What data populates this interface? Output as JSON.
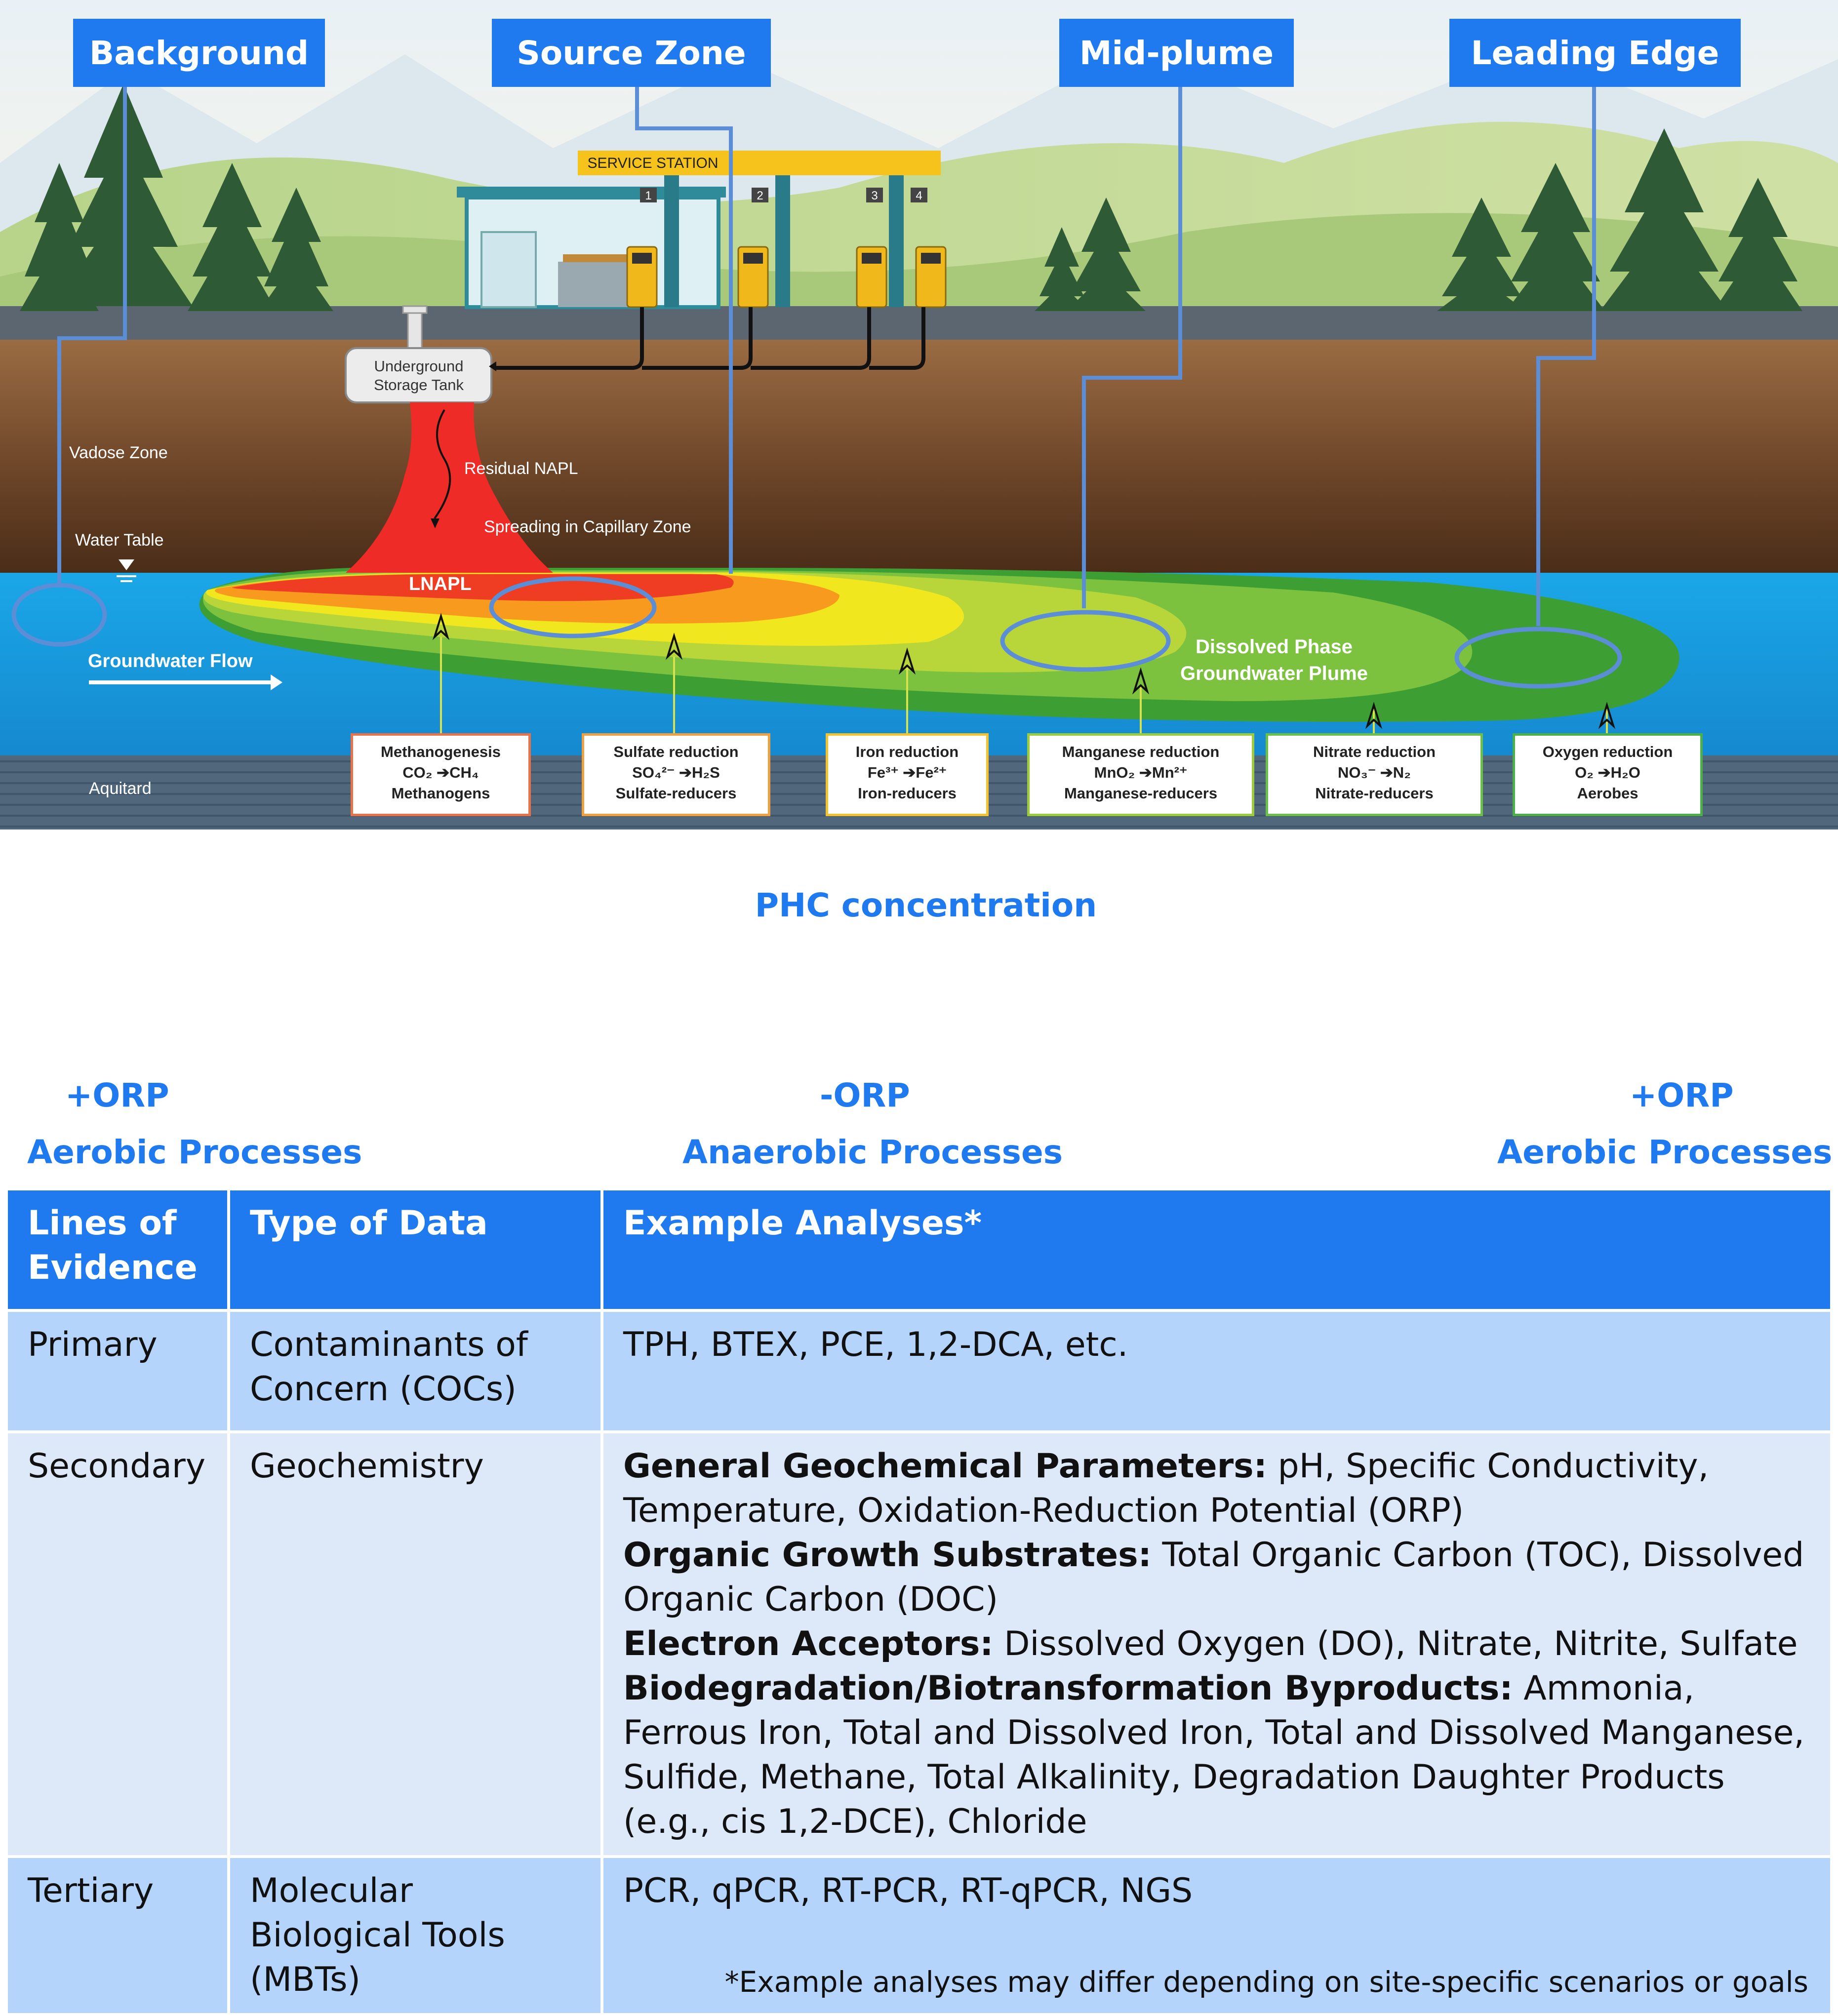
{
  "zones": {
    "background": "Background",
    "source_zone": "Source Zone",
    "mid_plume": "Mid-plume",
    "leading_edge": "Leading Edge"
  },
  "scene": {
    "service_station": "SERVICE STATION",
    "pump_numbers": [
      "1",
      "2",
      "3",
      "4"
    ],
    "ust_line1": "Underground",
    "ust_line2": "Storage Tank",
    "vadose_zone": "Vadose Zone",
    "water_table": "Water Table",
    "residual_napl": "Residual NAPL",
    "spreading": "Spreading in Capillary Zone",
    "lnapl": "LNAPL",
    "groundwater_flow": "Groundwater Flow",
    "dissolved_line1": "Dissolved Phase",
    "dissolved_line2": "Groundwater Plume",
    "aquitard": "Aquitard"
  },
  "processes": [
    {
      "name": "Methanogenesis",
      "reaction": "CO₂ ➔CH₄",
      "organisms": "Methanogens",
      "border": "#e8734a"
    },
    {
      "name": "Sulfate reduction",
      "reaction": "SO₄²⁻ ➔H₂S",
      "organisms": "Sulfate-reducers",
      "border": "#f0a040"
    },
    {
      "name": "Iron reduction",
      "reaction": "Fe³⁺ ➔Fe²⁺",
      "organisms": "Iron-reducers",
      "border": "#f2c230"
    },
    {
      "name": "Manganese reduction",
      "reaction": "MnO₂ ➔Mn²⁺",
      "organisms": "Manganese-reducers",
      "border": "#9ccc3c"
    },
    {
      "name": "Nitrate reduction",
      "reaction": "NO₃⁻ ➔N₂",
      "organisms": "Nitrate-reducers",
      "border": "#6cc04a"
    },
    {
      "name": "Oxygen reduction",
      "reaction": "O₂ ➔H₂O",
      "organisms": "Aerobes",
      "border": "#4cb04a"
    }
  ],
  "phc_label": "PHC concentration",
  "orp": {
    "left_sign": "+ORP",
    "left_process": "Aerobic Processes",
    "center_sign": "-ORP",
    "center_process": "Anaerobic Processes",
    "right_sign": "+ORP",
    "right_process": "Aerobic Processes"
  },
  "table": {
    "headers": [
      "Lines of Evidence",
      "Type of Data",
      "Example Analyses*"
    ],
    "rows": [
      {
        "evidence": "Primary",
        "type": "Contaminants of Concern (COCs)",
        "analyses": "TPH, BTEX, PCE, 1,2-DCA, etc."
      },
      {
        "evidence": "Secondary",
        "type": "Geochemistry",
        "groups": [
          {
            "label": "General Geochemical Parameters:",
            "text": " pH, Specific Conductivity, Temperature, Oxidation-Reduction Potential (ORP)"
          },
          {
            "label": "Organic Growth Substrates:",
            "text": " Total Organic Carbon (TOC), Dissolved Organic Carbon (DOC)"
          },
          {
            "label": "Electron Acceptors:",
            "text": " Dissolved Oxygen (DO), Nitrate, Nitrite, Sulfate"
          },
          {
            "label": "Biodegradation/Biotransformation Byproducts:",
            "text": " Ammonia, Ferrous Iron, Total and Dissolved Iron, Total and Dissolved Manganese, Sulfide, Methane, Total Alkalinity, Degradation Daughter Products (e.g., cis 1,2-DCE), Chloride"
          }
        ]
      },
      {
        "evidence": "Tertiary",
        "type": "Molecular Biological Tools (MBTs)",
        "analyses": "PCR, qPCR, RT-PCR, RT-qPCR, NGS"
      }
    ]
  },
  "footnote": "*Example analyses may differ depending on site-specific scenarios or goals"
}
